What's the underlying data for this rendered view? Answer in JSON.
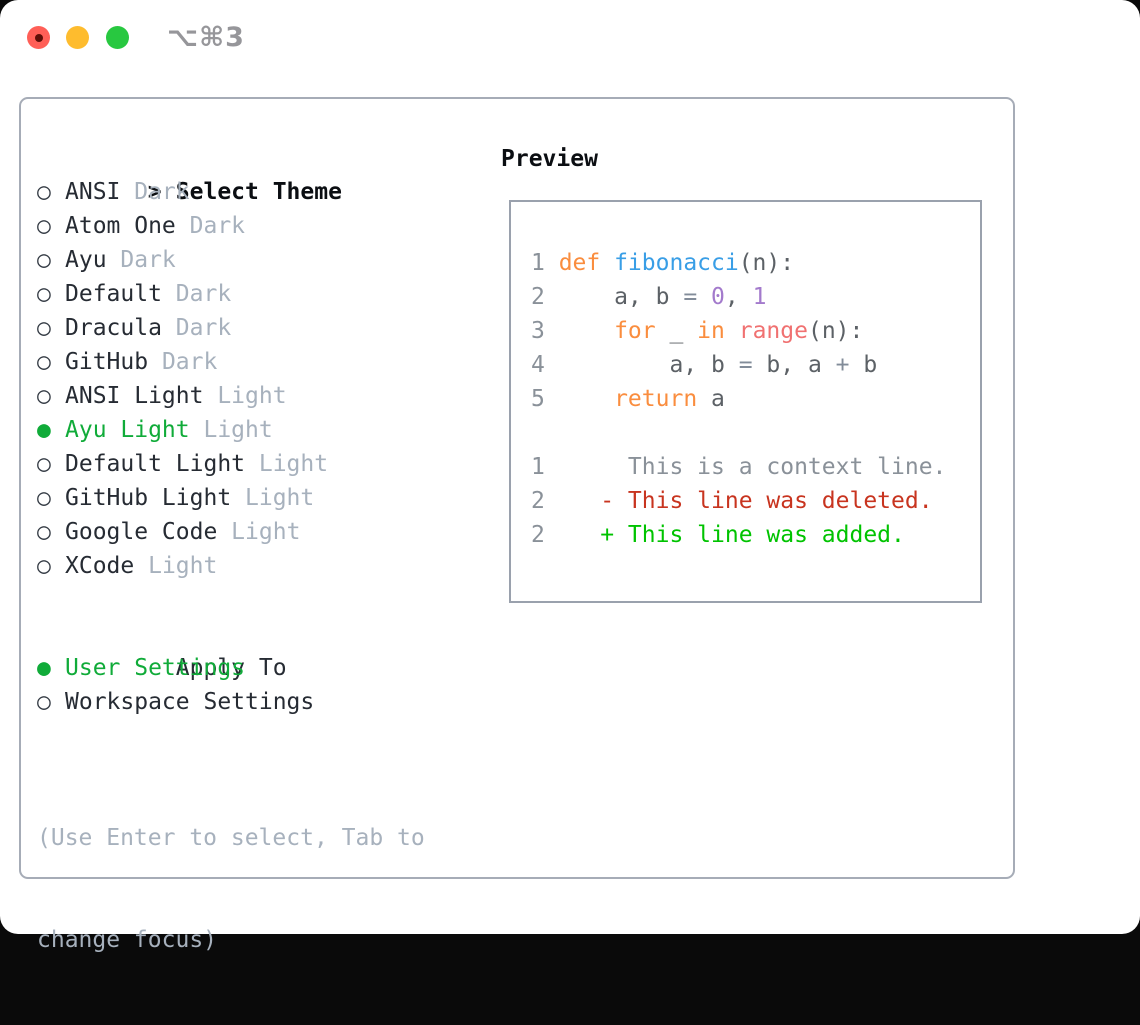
{
  "window": {
    "title": "⌥⌘3",
    "traffic_lights": {
      "close": "close",
      "minimize": "minimize",
      "zoom": "zoom"
    }
  },
  "theme_list": {
    "header_prefix": ">",
    "header": "Select Theme",
    "items": [
      {
        "name": "ANSI",
        "variant": "Dark",
        "selected": false
      },
      {
        "name": "Atom One",
        "variant": "Dark",
        "selected": false
      },
      {
        "name": "Ayu",
        "variant": "Dark",
        "selected": false
      },
      {
        "name": "Default",
        "variant": "Dark",
        "selected": false
      },
      {
        "name": "Dracula",
        "variant": "Dark",
        "selected": false
      },
      {
        "name": "GitHub",
        "variant": "Dark",
        "selected": false
      },
      {
        "name": "ANSI Light",
        "variant": "Light",
        "selected": false
      },
      {
        "name": "Ayu Light",
        "variant": "Light",
        "selected": true
      },
      {
        "name": "Default Light",
        "variant": "Light",
        "selected": false
      },
      {
        "name": "GitHub Light",
        "variant": "Light",
        "selected": false
      },
      {
        "name": "Google Code",
        "variant": "Light",
        "selected": false
      },
      {
        "name": "XCode",
        "variant": "Light",
        "selected": false
      }
    ],
    "radio_unselected_glyph": "○",
    "radio_selected_glyph": "●"
  },
  "apply_to": {
    "header": "Apply To",
    "options": [
      {
        "label": "User Settings",
        "selected": true
      },
      {
        "label": "Workspace Settings",
        "selected": false
      }
    ]
  },
  "help": {
    "line1": "(Use Enter to select, Tab to",
    "line2": "change focus)"
  },
  "preview": {
    "header": "Preview",
    "lines": [
      {
        "num": "1",
        "tokens": [
          {
            "t": "def ",
            "c": "orange"
          },
          {
            "t": "fibonacci",
            "c": "blue"
          },
          {
            "t": "(n):",
            "c": "plain"
          }
        ]
      },
      {
        "num": "2",
        "tokens": [
          {
            "t": "    a, b ",
            "c": "plain"
          },
          {
            "t": "= ",
            "c": "operator"
          },
          {
            "t": "0",
            "c": "purple"
          },
          {
            "t": ", ",
            "c": "plain"
          },
          {
            "t": "1",
            "c": "purple"
          }
        ]
      },
      {
        "num": "3",
        "tokens": [
          {
            "t": "    ",
            "c": "plain"
          },
          {
            "t": "for",
            "c": "orange"
          },
          {
            "t": " _ ",
            "c": "plain"
          },
          {
            "t": "in ",
            "c": "orange"
          },
          {
            "t": "range",
            "c": "coral"
          },
          {
            "t": "(n):",
            "c": "plain"
          }
        ]
      },
      {
        "num": "4",
        "tokens": [
          {
            "t": "        a, b ",
            "c": "plain"
          },
          {
            "t": "= ",
            "c": "operator"
          },
          {
            "t": "b, a ",
            "c": "plain"
          },
          {
            "t": "+ ",
            "c": "operator"
          },
          {
            "t": "b",
            "c": "plain"
          }
        ]
      },
      {
        "num": "5",
        "tokens": [
          {
            "t": "    ",
            "c": "plain"
          },
          {
            "t": "return",
            "c": "orange"
          },
          {
            "t": " a",
            "c": "plain"
          }
        ]
      },
      {
        "num": "",
        "tokens": []
      },
      {
        "num": "1",
        "tokens": [
          {
            "t": "     This is a context line.",
            "c": "context"
          }
        ]
      },
      {
        "num": "2",
        "tokens": [
          {
            "t": "   - This line was deleted.",
            "c": "deleted"
          }
        ]
      },
      {
        "num": "2",
        "tokens": [
          {
            "t": "   + This line was added.",
            "c": "added"
          }
        ]
      }
    ]
  },
  "colors": {
    "selection_green": "#10ab39",
    "plain": "#5c6166",
    "orange": "#fa8d3e",
    "blue": "#399ee6",
    "purple": "#a37acc",
    "coral": "#f07171",
    "operator": "#828c99",
    "context": "#8a9199",
    "deleted": "#c8341f",
    "added": "#00c300",
    "line_number": "#8a9199",
    "traffic_red": "#ff5f57",
    "traffic_yellow": "#febc2e",
    "traffic_green": "#28c840"
  }
}
